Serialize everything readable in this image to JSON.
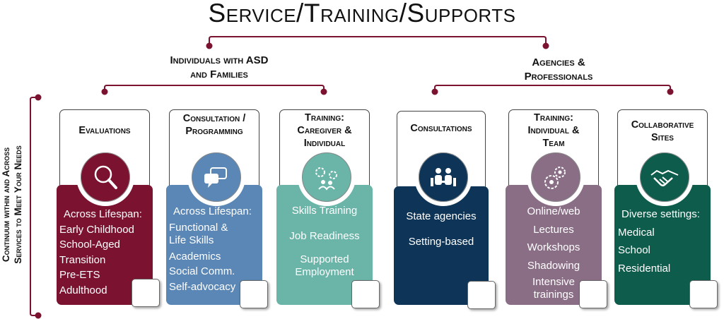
{
  "title": "Service/Training/Supports",
  "groups": {
    "left": {
      "line1": "Individuals with ASD",
      "line2": "and Families"
    },
    "right": {
      "line1": "Agencies &",
      "line2": "Professionals"
    }
  },
  "side_label": {
    "line1": "Continuum within and Across",
    "line2": "Services to Meet Your Needs"
  },
  "colors": {
    "maroon": "#7a1230",
    "steel_blue": "#5a87b5",
    "teal": "#6ab4a8",
    "navy": "#0e3558",
    "mauve": "#8a6e86",
    "forest": "#0e5c4c"
  },
  "cards": [
    {
      "heading": [
        "Evaluations"
      ],
      "icon": "magnifying-glass-icon",
      "items": [
        "Across Lifespan:",
        "Early Childhood",
        "School-Aged",
        "Transition",
        "Pre-ETS",
        "Adulthood"
      ]
    },
    {
      "heading": [
        "Consultation /",
        "Programming"
      ],
      "icon": "speech-bubbles-icon",
      "items": [
        "Across Lifespan:",
        "Functional &",
        "Life Skills",
        "Academics",
        "Social Comm.",
        "Self-advocacy"
      ]
    },
    {
      "heading": [
        "Training:",
        "Caregiver &",
        "Individual"
      ],
      "icon": "gears-people-icon",
      "items": [
        "Skills Training",
        "Job Readiness",
        "Supported",
        "Employment"
      ]
    },
    {
      "heading": [
        "Consultations"
      ],
      "icon": "people-meeting-icon",
      "items": [
        "State agencies",
        "Setting-based"
      ]
    },
    {
      "heading": [
        "Training:",
        "Individual &",
        "Team"
      ],
      "icon": "gears-icon",
      "items": [
        "Online/web",
        "Lectures",
        "Workshops",
        "Shadowing",
        "Intensive",
        "trainings"
      ]
    },
    {
      "heading": [
        "Collaborative",
        "Sites"
      ],
      "icon": "handshake-icon",
      "items": [
        "Diverse settings:",
        "Medical",
        "School",
        "Residential"
      ]
    }
  ]
}
